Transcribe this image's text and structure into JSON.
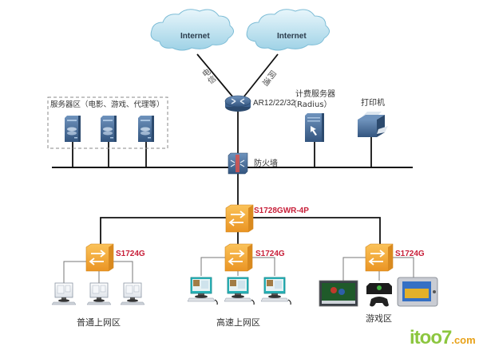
{
  "diagram": {
    "clouds": [
      {
        "id": "internet-telecom",
        "label": "Internet"
      },
      {
        "id": "internet-netcom",
        "label": "Internet"
      }
    ],
    "isp_links": [
      {
        "label": "电信"
      },
      {
        "label": "网通"
      }
    ],
    "router": {
      "label": "AR12/22/32"
    },
    "server_zone": {
      "label": "服务器区（电影、游戏、代理等）",
      "server_count": 3
    },
    "billing_server": {
      "label": "计费服务器",
      "sublabel": "（Radius）"
    },
    "printer": {
      "label": "打印机"
    },
    "firewall": {
      "label": "防火墙"
    },
    "core_switch": {
      "label": "S1728GWR-4P"
    },
    "access_zones": [
      {
        "switch_label": "S1724G",
        "zone_label": "普通上网区",
        "devices": [
          "pc",
          "pc",
          "pc"
        ]
      },
      {
        "switch_label": "S1724G",
        "zone_label": "高速上网区",
        "devices": [
          "pc-color",
          "pc-color",
          "pc-color"
        ]
      },
      {
        "switch_label": "S1724G",
        "zone_label": "游戏区",
        "devices": [
          "tv",
          "game-console",
          "handheld"
        ]
      }
    ],
    "colors": {
      "switch": "#f2a531",
      "switch_label": "#c8203a",
      "device_blue": "#3e6390",
      "cloud": "#bfe3f1",
      "line": "#111111",
      "thin_line": "#777777"
    }
  },
  "watermark": {
    "main": "itoo7",
    "tld": ".com"
  }
}
